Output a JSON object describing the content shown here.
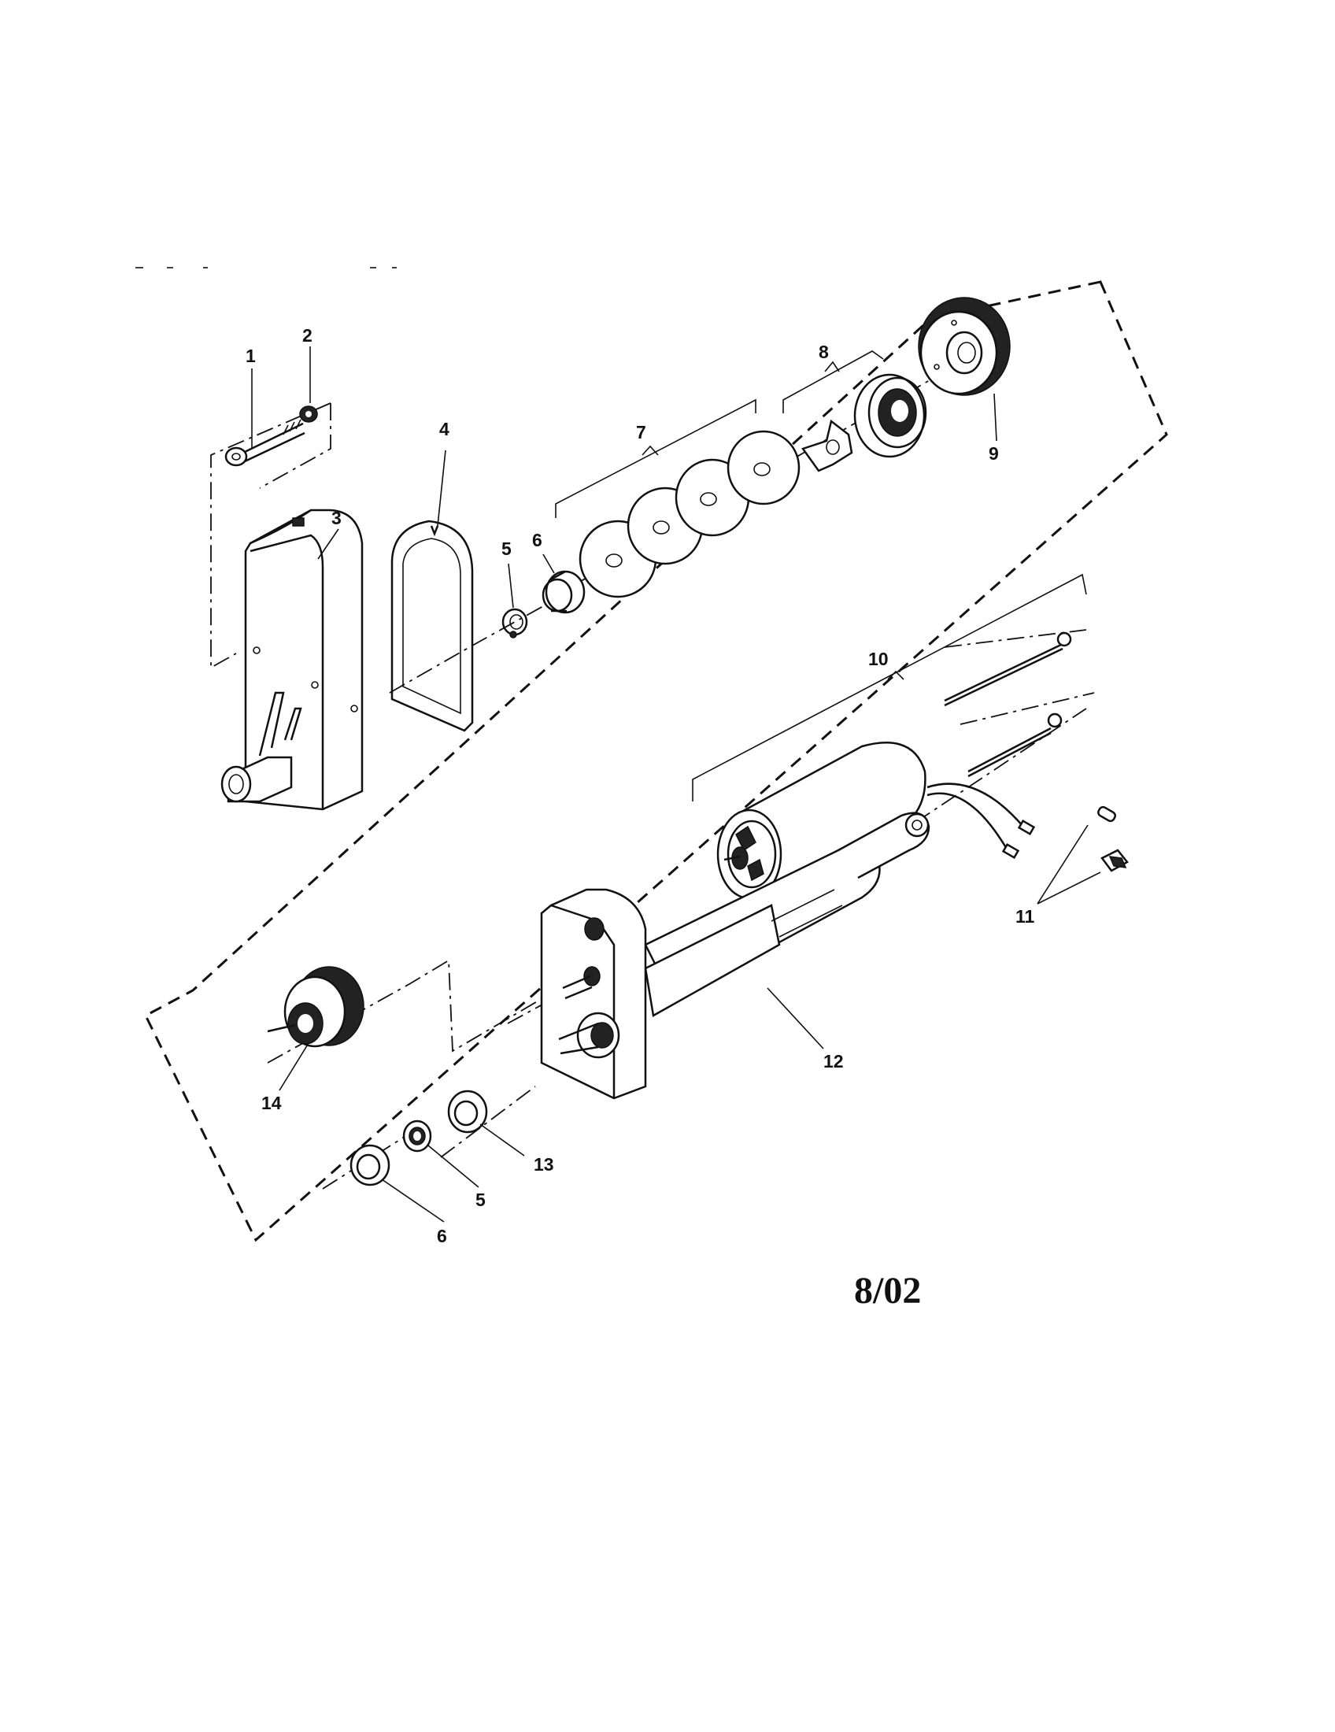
{
  "diagram": {
    "date_code": "8/02",
    "callouts": {
      "c1": "1",
      "c2": "2",
      "c3": "3",
      "c4": "4",
      "c5a": "5",
      "c6a": "6",
      "c7": "7",
      "c8": "8",
      "c9": "9",
      "c10": "10",
      "c11": "11",
      "c12": "12",
      "c13": "13",
      "c14": "14",
      "c5b": "5",
      "c6b": "6"
    }
  }
}
